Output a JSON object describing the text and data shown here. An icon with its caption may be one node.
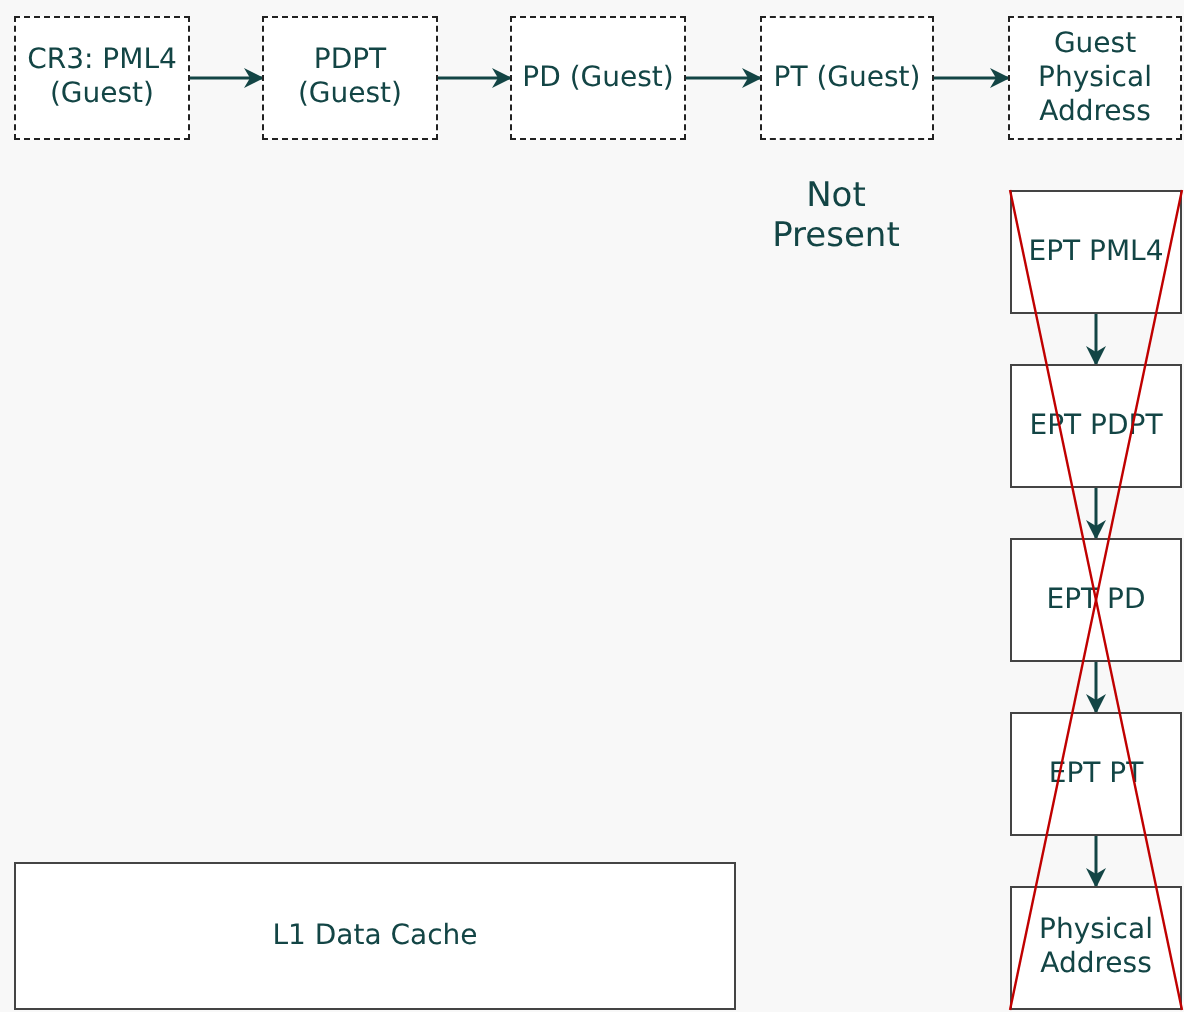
{
  "diagram": {
    "nodes": [
      {
        "text": [
          "CR3: PML4 (Guest)"
        ]
      },
      {
        "text": [
          "PDPT (Guest)"
        ]
      },
      {
        "text": [
          "PD (Guest)"
        ]
      },
      {
        "text": [
          "PT (Guest)"
        ]
      },
      {
        "text": [
          "Guest Physical Address"
        ]
      },
      {
        "text": [
          "EPT PML4"
        ]
      },
      {
        "text": [
          "EPT PDPT"
        ]
      },
      {
        "text": [
          "EPT PD"
        ]
      },
      {
        "text": [
          "EPT PT"
        ]
      },
      {
        "text": [
          "Physical Address"
        ]
      },
      {
        "text": [
          "L1 Data Cache"
        ]
      }
    ],
    "edges": [
      {
        "from": 0,
        "to": 1,
        "arrow": "to"
      },
      {
        "from": 1,
        "to": 2,
        "arrow": "to"
      },
      {
        "from": 2,
        "to": 3,
        "arrow": "to"
      },
      {
        "from": 3,
        "to": 4,
        "arrow": "to"
      },
      {
        "from": 5,
        "to": 6,
        "arrow": "to"
      },
      {
        "from": 6,
        "to": 7,
        "arrow": "to"
      },
      {
        "from": 7,
        "to": 8,
        "arrow": "to"
      },
      {
        "from": 8,
        "to": 9,
        "arrow": "to"
      }
    ],
    "labels": [
      "Not Present"
    ]
  }
}
